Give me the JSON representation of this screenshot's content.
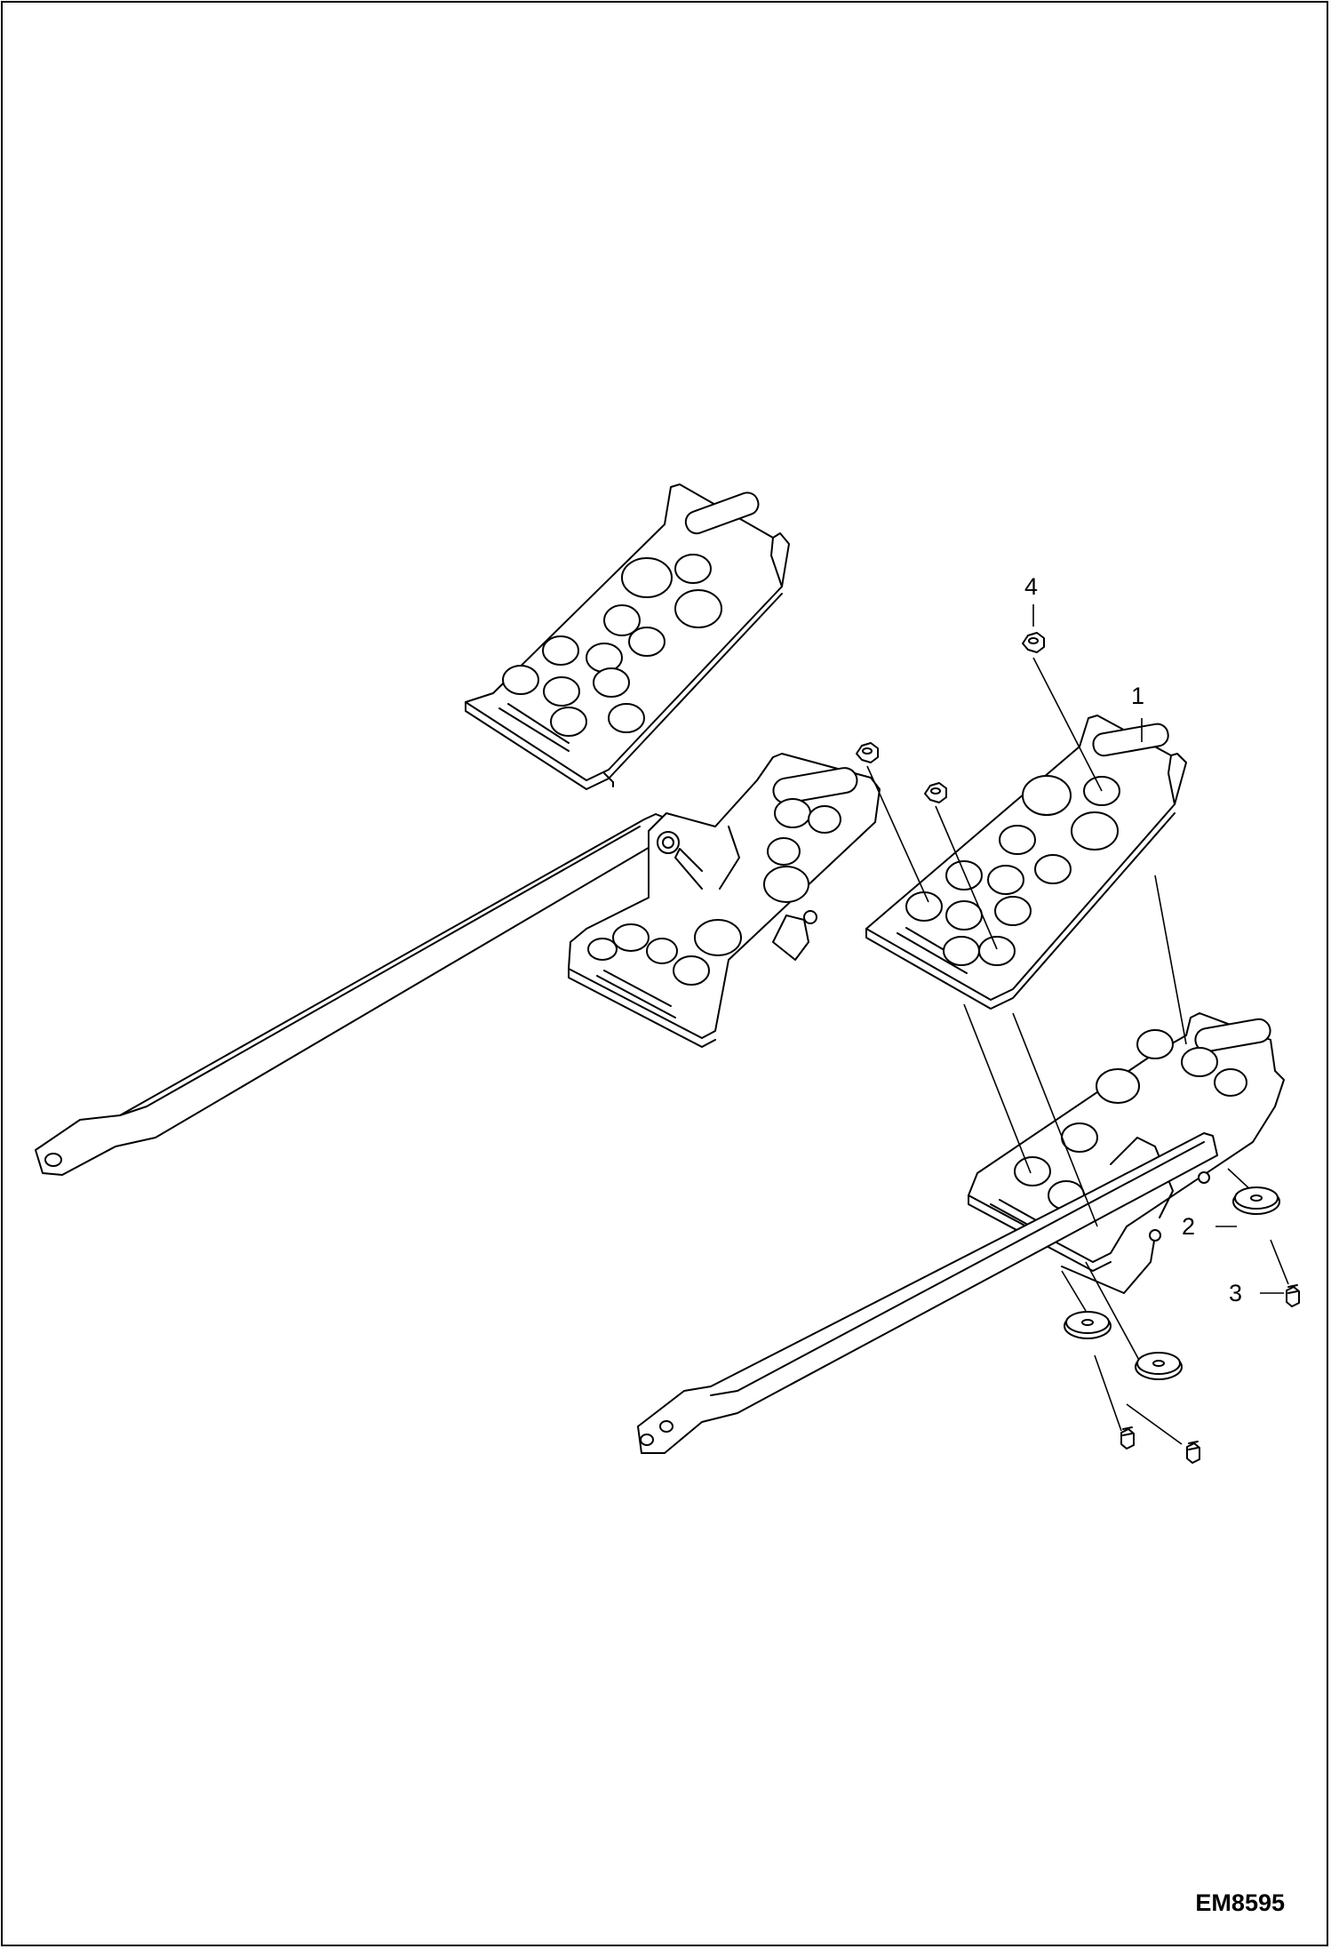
{
  "diagram": {
    "drawing_id": "EM8595",
    "callouts": [
      {
        "id": "c1",
        "label": "1"
      },
      {
        "id": "c2",
        "label": "2"
      },
      {
        "id": "c3",
        "label": "3"
      },
      {
        "id": "c4",
        "label": "4"
      }
    ],
    "colors": {
      "line": "#000000",
      "background": "#ffffff"
    }
  }
}
